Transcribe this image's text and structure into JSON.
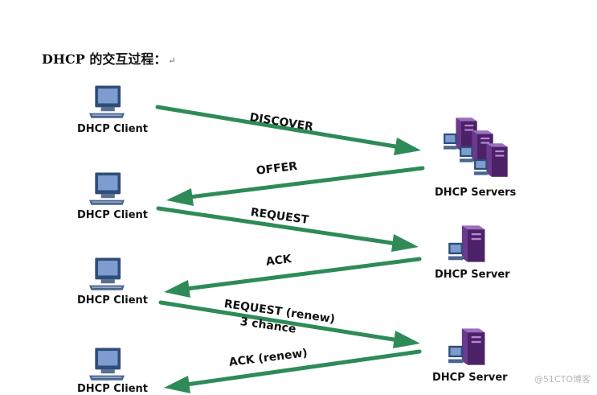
{
  "heading": {
    "text": "DHCP 的交互过程：",
    "return_mark": "↵"
  },
  "clients": [
    {
      "label": "DHCP Client"
    },
    {
      "label": "DHCP Client"
    },
    {
      "label": "DHCP Client"
    },
    {
      "label": "DHCP Client"
    }
  ],
  "servers": [
    {
      "label": "DHCP Servers"
    },
    {
      "label": "DHCP Server"
    },
    {
      "label": "DHCP Server"
    }
  ],
  "messages": [
    {
      "label": "DISCOVER",
      "direction": "client-to-server"
    },
    {
      "label": "OFFER",
      "direction": "server-to-client"
    },
    {
      "label": "REQUEST",
      "direction": "client-to-server"
    },
    {
      "label": "ACK",
      "direction": "server-to-client"
    },
    {
      "label": "REQUEST (renew)",
      "sublabel": "3 chance",
      "direction": "client-to-server"
    },
    {
      "label": "ACK (renew)",
      "direction": "server-to-client"
    }
  ],
  "watermark": "@51CTO博客",
  "colors": {
    "arrow": "#2e8b57",
    "monitor": "#3c5a86",
    "screen": "#6e8fc4",
    "server": "#5b2b7a"
  }
}
